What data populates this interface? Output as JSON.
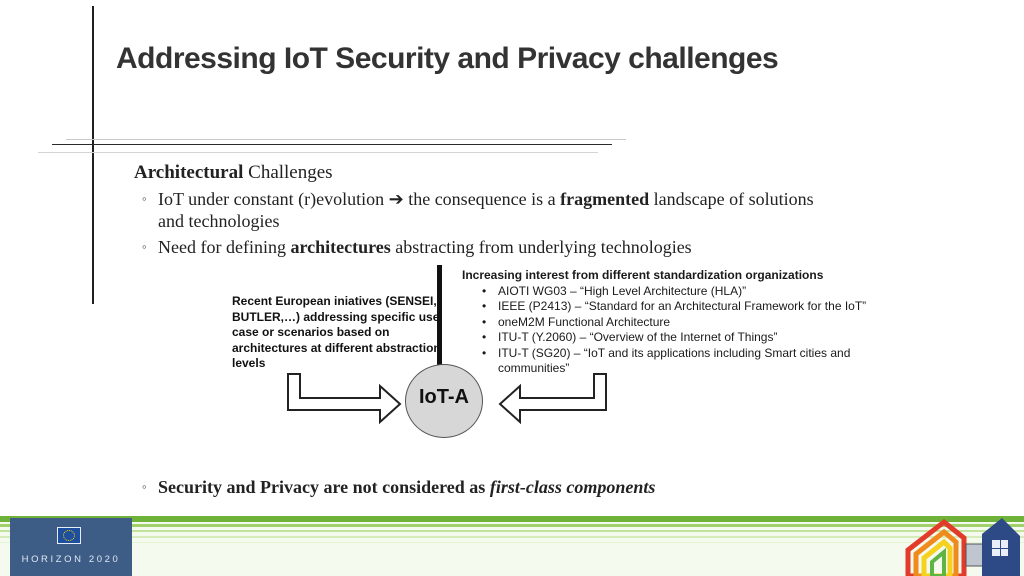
{
  "slide": {
    "title": "Addressing IoT Security and Privacy challenges",
    "section": {
      "heading_bold": "Architectural",
      "heading_rest": " Challenges"
    },
    "bullets": [
      {
        "pre": "IoT under constant (r)evolution ",
        "arrow": "➔",
        "mid": " the consequence is a ",
        "bold": "fragmented",
        "post": " landscape of solutions and technologies"
      },
      {
        "pre": "Need for defining ",
        "bold": "architectures",
        "post": " abstracting from underlying technologies"
      }
    ],
    "final_bullet": {
      "bold": "Security and Privacy are not considered as ",
      "italic": "first-class components"
    },
    "standards": {
      "heading": "Increasing interest from different standardization organizations",
      "items": [
        "AIOTI WG03 – “High Level Architecture (HLA)”",
        "IEEE (P2413) – “Standard for an Architectural Framework for the IoT”",
        "oneM2M Functional Architecture",
        "ITU-T (Y.2060) – “Overview of the Internet of Things”",
        "ITU-T (SG20) – “IoT and its applications including Smart cities and communities”"
      ]
    },
    "european_initiatives": "Recent European iniatives (SENSEI, BUTLER,…) addressing specific use case or scenarios based on architectures at different abstraction levels",
    "center_label": "IoT-A",
    "footer": {
      "program_text": "HORIZON 2020",
      "accent_color": "#8cc63f"
    }
  }
}
